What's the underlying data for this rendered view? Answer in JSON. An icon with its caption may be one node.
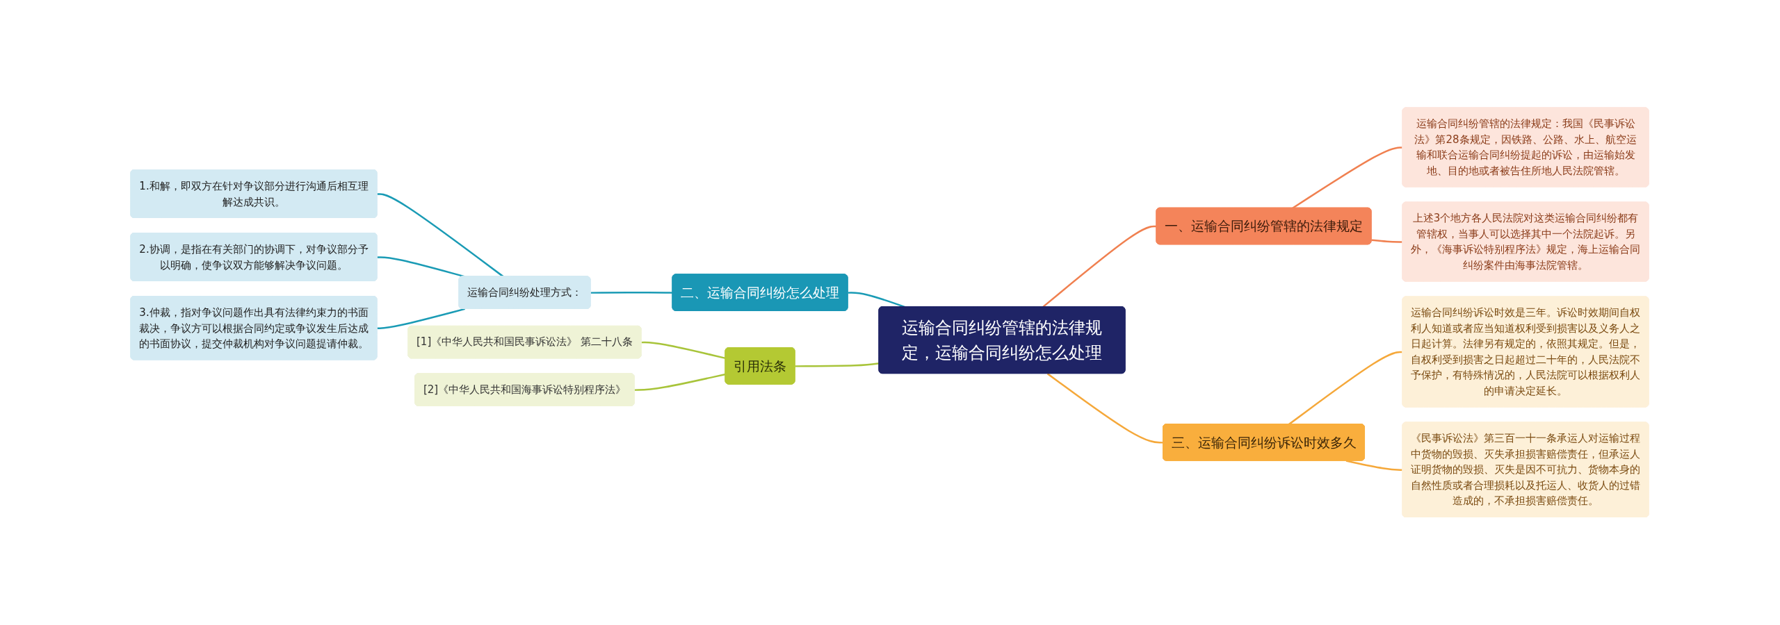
{
  "diagram": {
    "nodes": [
      {
        "text": [
          "运输合同纠纷管辖的法律规定，运输合同纠纷怎么处理"
        ]
      },
      {
        "text": [
          "一、运输合同纠纷管辖的法律规定"
        ]
      },
      {
        "text": [
          "运输合同纠纷管辖的法律规定：我国《民事诉讼法》第28条规定，因铁路、公路、水上、航空运输和联合运输合同纠纷提起的诉讼，由运输始发地、目的地或者被告住所地人民法院管辖。"
        ]
      },
      {
        "text": [
          "上述3个地方各人民法院对这类运输合同纠纷都有管辖权，当事人可以选择其中一个法院起诉。另外，《海事诉讼特别程序法》规定，海上运输合同纠纷案件由海事法院管辖。"
        ]
      },
      {
        "text": [
          "二、运输合同纠纷怎么处理"
        ]
      },
      {
        "text": [
          "运输合同纠纷处理方式："
        ]
      },
      {
        "text": [
          "1.和解，即双方在针对争议部分进行沟通后相互理解达成共识。"
        ]
      },
      {
        "text": [
          "2.协调，是指在有关部门的协调下，对争议部分予以明确，使争议双方能够解决争议问题。"
        ]
      },
      {
        "text": [
          "3.仲裁，指对争议问题作出具有法律约束力的书面裁决，争议方可以根据合同约定或争议发生后达成的书面协议，提交仲裁机构对争议问题提请仲裁。"
        ]
      },
      {
        "text": [
          "三、运输合同纠纷诉讼时效多久"
        ]
      },
      {
        "text": [
          "运输合同纠纷诉讼时效是三年。诉讼时效期间自权利人知道或者应当知道权利受到损害以及义务人之日起计算。法律另有规定的，依照其规定。但是，自权利受到损害之日起超过二十年的，人民法院不予保护，有特殊情况的，人民法院可以根据权利人的申请决定延长。"
        ]
      },
      {
        "text": [
          "《民事诉讼法》第三百一十一条承运人对运输过程中货物的毁损、灭失承担损害赔偿责任，但承运人证明货物的毁损、灭失是因不可抗力、货物本身的自然性质或者合理损耗以及托运人、收货人的过错造成的，不承担损害赔偿责任。"
        ]
      },
      {
        "text": [
          "引用法条"
        ]
      },
      {
        "text": [
          "[1]《中华人民共和国民事诉讼法》 第二十八条"
        ]
      },
      {
        "text": [
          "[2]《中华人民共和国海事诉讼特别程序法》"
        ]
      }
    ],
    "edges": [
      {
        "from": 0,
        "to": 1,
        "arrow": "none",
        "color": "#f08050"
      },
      {
        "from": 1,
        "to": 2,
        "arrow": "none",
        "color": "#f08050"
      },
      {
        "from": 1,
        "to": 3,
        "arrow": "none",
        "color": "#f08050"
      },
      {
        "from": 4,
        "to": 0,
        "arrow": "none",
        "color": "#1a9bb5"
      },
      {
        "from": 5,
        "to": 4,
        "arrow": "none",
        "color": "#1a9bb5"
      },
      {
        "from": 6,
        "to": 5,
        "arrow": "none",
        "color": "#1a9bb5"
      },
      {
        "from": 7,
        "to": 5,
        "arrow": "none",
        "color": "#1a9bb5"
      },
      {
        "from": 8,
        "to": 5,
        "arrow": "none",
        "color": "#1a9bb5"
      },
      {
        "from": 0,
        "to": 9,
        "arrow": "none",
        "color": "#f5a83a"
      },
      {
        "from": 9,
        "to": 10,
        "arrow": "none",
        "color": "#f5a83a"
      },
      {
        "from": 9,
        "to": 11,
        "arrow": "none",
        "color": "#f5a83a"
      },
      {
        "from": 12,
        "to": 0,
        "arrow": "none",
        "color": "#a8c43a"
      },
      {
        "from": 13,
        "to": 12,
        "arrow": "none",
        "color": "#a8c43a"
      },
      {
        "from": 14,
        "to": 12,
        "arrow": "none",
        "color": "#a8c43a"
      }
    ]
  }
}
